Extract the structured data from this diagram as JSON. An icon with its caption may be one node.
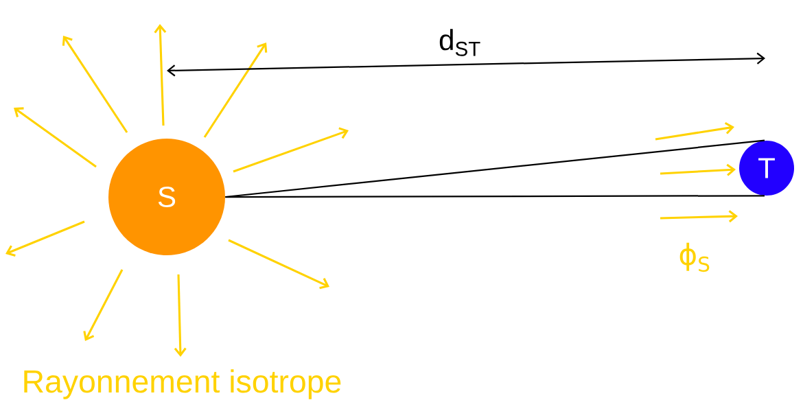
{
  "diagram": {
    "nodes": [
      {
        "text": [
          "S"
        ]
      },
      {
        "text": [
          "T"
        ]
      }
    ],
    "edges": [
      {
        "from": 0,
        "to": 1,
        "arrow": "none"
      },
      {
        "from": 0,
        "to": 1,
        "arrow": "none"
      }
    ],
    "labels": [
      "d$_{ST}$",
      "ϕ$_{S}$",
      "Rayonnement isotrope"
    ]
  }
}
